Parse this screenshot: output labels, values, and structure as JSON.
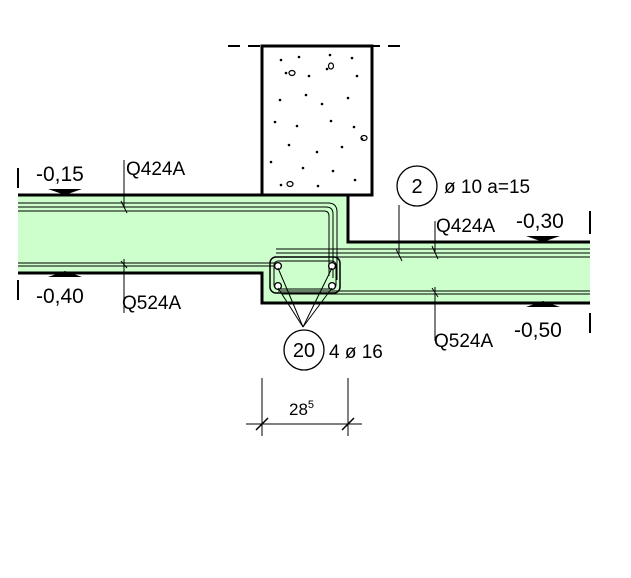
{
  "colors": {
    "slab_fill": "#ccffcc",
    "concrete_fill": "#ffffff",
    "line": "#000000"
  },
  "levels": {
    "left_top": "-0,15",
    "left_bottom": "-0,40",
    "right_top": "-0,30",
    "right_bottom": "-0,50"
  },
  "mesh_labels": {
    "left_top": "Q424A",
    "left_bottom": "Q524A",
    "right_top": "Q424A",
    "right_bottom": "Q524A"
  },
  "callout_stirrup": {
    "number": "2",
    "text": "ø 10 a=15"
  },
  "callout_bars": {
    "number": "20",
    "text": "4 ø 16"
  },
  "dimension": {
    "value": "28",
    "superscript": "5"
  }
}
